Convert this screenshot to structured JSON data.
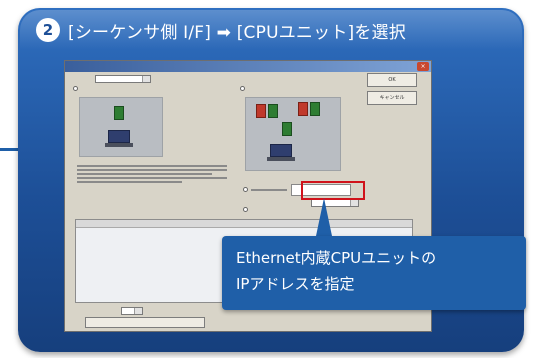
{
  "step": {
    "number": "2",
    "title": "[シーケンサ側 I/F] ➡ [CPUユニット]を選択"
  },
  "dialog": {
    "ok_label": "OK",
    "cancel_label": "キャンセル"
  },
  "callout": {
    "line1": "Ethernet内蔵CPUユニットの",
    "line2": "IPアドレスを指定"
  },
  "colors": {
    "panel": "#1d4f97",
    "tooltip": "#1f5fa8",
    "highlight": "#d0121b"
  }
}
